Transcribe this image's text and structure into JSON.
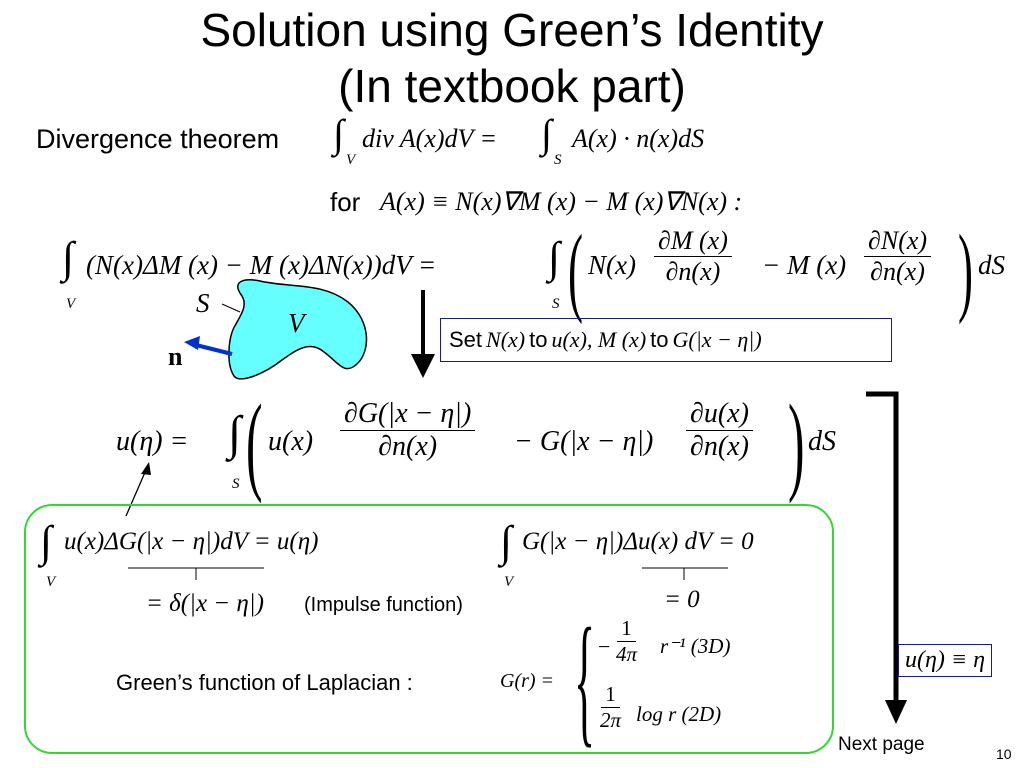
{
  "title": {
    "line1": "Solution using Green’s Identity",
    "line2": "(In  textbook part)"
  },
  "divergence": {
    "label": "Divergence  theorem",
    "lhs": "div A(x)dV =",
    "rhs": "A(x) · n(x)dS",
    "sub_v": "V",
    "sub_s": "S"
  },
  "for_line": {
    "label": "for",
    "expr": "A(x) ≡ N(x)∇M (x) − M (x)∇N(x) :"
  },
  "green_second": {
    "lhs": "(N(x)ΔM (x) − M (x)ΔN(x))dV =",
    "rhs_a": "N(x)",
    "num1": "∂M (x)",
    "den1": "∂n(x)",
    "minus": "− M (x)",
    "num2": "∂N(x)",
    "den2": "∂n(x)",
    "ds": "dS",
    "sub_v": "V",
    "sub_s": "S"
  },
  "diagram": {
    "s_label": "S",
    "v_label": "V",
    "n_label": "n",
    "fill": "#66ffff",
    "arrow_color": "#0033cc"
  },
  "set_box": {
    "set": "Set",
    "n": "N(x)",
    "to1": "to",
    "u": "u(x), M (x)",
    "to2": "to",
    "g": "G(|x − η|)"
  },
  "representation": {
    "lhs": "u(η) =",
    "u": "u(x)",
    "num1": "∂G(|x − η|)",
    "den1": "∂n(x)",
    "minus_g": "− G(|x − η|)",
    "num2": "∂u(x)",
    "den2": "∂n(x)",
    "ds": "dS",
    "sub_s": "S"
  },
  "green_box": {
    "left_eq": "u(x)ΔG(|x − η|)dV = u(η)",
    "left_under": "= δ(|x − η|)",
    "impulse": "(Impulse function)",
    "right_eq": "G(|x − η|)Δu(x) dV = 0",
    "right_under": "= 0",
    "sub_v": "V",
    "greens_label": "Green’s function of Laplacian :",
    "g_r": "G(r) =",
    "case1_sign": "−",
    "case1_num": "1",
    "case1_den": "4π",
    "case1_tail": "r⁻¹  (3D)",
    "case2_num": "1",
    "case2_den": "2π",
    "case2_tail": "log r  (2D)"
  },
  "side": {
    "result": "u(η) ≡ η",
    "next_page": "Next page",
    "page_number": "10"
  }
}
